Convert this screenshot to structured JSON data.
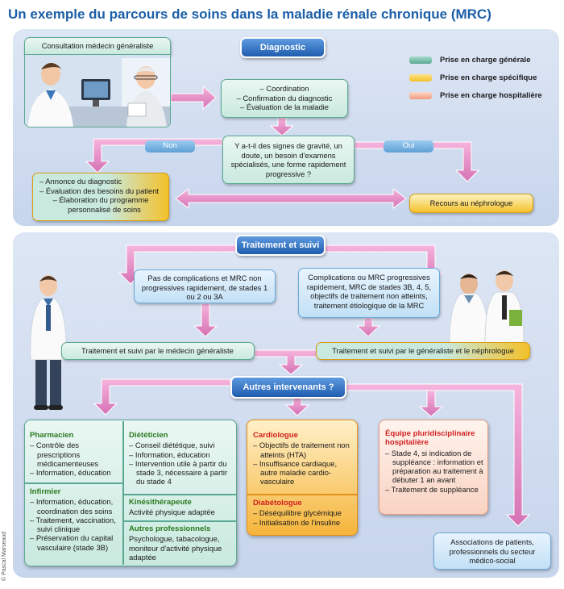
{
  "title": "Un exemple du parcours de soins dans la maladie rénale chronique (MRC)",
  "copyright": "© Pascal Marseaud",
  "legend": [
    {
      "label": "Prise en charge générale",
      "color": "#6fc3a9"
    },
    {
      "label": "Prise en charge spécifique",
      "color": "#f3c12a"
    },
    {
      "label": "Prise en charge hospitalière",
      "color": "#f7b9a4"
    }
  ],
  "section1": {
    "header": "Diagnostic",
    "consultation": "Consultation médecin généraliste",
    "coordination": [
      "– Coordination",
      "– Confirmation du diagnostic",
      "– Évaluation de la maladie"
    ],
    "question": "Y a-t-il des signes de gravité, un doute, un besoin d'examens spécialisés, une forme rapidement progressive ?",
    "no": "Non",
    "yes": "Oui",
    "announcement": [
      "– Annonce du diagnostic",
      "– Évaluation des besoins du patient",
      "– Élaboration du programme personnalisé de soins"
    ],
    "nephro": "Recours au néphrologue"
  },
  "section2": {
    "header": "Traitement et suivi",
    "left_case": "Pas de complications et MRC non progressives rapidement, de stades 1 ou 2 ou 3A",
    "right_case": "Complications ou MRC progressives rapidement, MRC de stades 3B, 4, 5, objectifs de traitement non atteints, traitement étiologique de la MRC",
    "left_follow": "Traitement et suivi par le médecin généraliste",
    "right_follow": "Traitement et suivi par le généraliste et le néphrologue",
    "others_header": "Autres intervenants ?"
  },
  "green_panel": {
    "pharmacien": {
      "title": "Pharmacien",
      "items": [
        "– Contrôle des prescriptions médicamenteuses",
        "– Information, éducation"
      ]
    },
    "infirmier": {
      "title": "Infirmier",
      "items": [
        "– Information, éducation, coordination des soins",
        "– Traitement, vaccination, suivi clinique",
        "– Préservation du capital vasculaire (stade 3B)"
      ]
    },
    "dieteticien": {
      "title": "Diététicien",
      "items": [
        "– Conseil diététique, suivi",
        "– Information, éducation",
        "– Intervention utile à partir du stade 3, nécessaire à partir du stade 4"
      ]
    },
    "kine": {
      "title": "Kinésithérapeute",
      "text": "Activité physique adaptée"
    },
    "autres": {
      "title": "Autres professionnels",
      "text": "Psychologue, tabacologue, moniteur d'activité physique adaptée"
    }
  },
  "orange_panel": {
    "cardio": {
      "title": "Cardiologue",
      "items": [
        "– Objectifs de traitement non atteints (HTA)",
        "– Insuffisance cardiaque, autre maladie cardio-vasculaire"
      ]
    },
    "diabeto": {
      "title": "Diabétologue",
      "items": [
        "– Déséquilibre glycémique",
        "– Initialisation de l'insuline"
      ]
    }
  },
  "peach_panel": {
    "title": "Équipe pluridisciplinaire hospitalière",
    "items": [
      "– Stade 4, si indication de suppléance : information et préparation au traitement à débuter 1 an avant",
      "– Traitement de suppléance"
    ]
  },
  "associations": "Associations de patients, professionnels du secteur médico-social"
}
